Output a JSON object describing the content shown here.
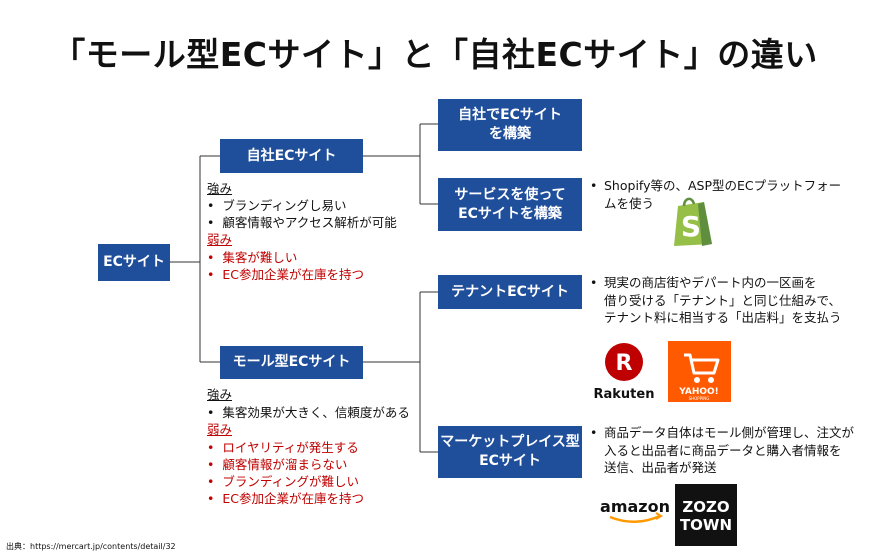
{
  "title": "「モール型ECサイト」と「自社ECサイト」の違い",
  "nodes": {
    "ec": "ECサイト",
    "own": "自社ECサイト",
    "mall": "モール型ECサイト",
    "own_build": "自社でECサイト\nを構築",
    "service_build": "サービスを使って\nECサイトを構築",
    "tenant": "テナントECサイト",
    "marketplace": "マーケットプレイス型\nECサイト"
  },
  "own_notes": {
    "strengths_heading": "強み",
    "strengths": [
      "ブランディングし易い",
      "顧客情報やアクセス解析が可能"
    ],
    "weaknesses_heading": "弱み",
    "weaknesses": [
      "集客が難しい",
      "EC参加企業が在庫を持つ"
    ]
  },
  "mall_notes": {
    "strengths_heading": "強み",
    "strengths": [
      "集客効果が大きく、信頼度がある"
    ],
    "weaknesses_heading": "弱み",
    "weaknesses": [
      "ロイヤリティが発生する",
      "顧客情報が溜まらない",
      "ブランディングが難しい",
      "EC参加企業が在庫を持つ"
    ]
  },
  "descriptions": {
    "service": [
      "Shopify等の、ASP型のECプラットフォー",
      "ムを使う"
    ],
    "tenant": [
      "現実の商店街やデパート内の一区画を",
      "借り受ける「テナント」と同じ仕組みで、",
      "テナント料に相当する「出店料」を支払う"
    ],
    "marketplace": [
      "商品データ自体はモール側が管理し、注文が",
      "入ると出品者に商品データと購入者情報を",
      "送信、出品者が発送"
    ]
  },
  "logos": {
    "shopify": "S",
    "rakuten": "Rakuten",
    "rakuten_mark": "R",
    "yahoo": "YAHOO!",
    "yahoo_sub": "SHOPPING",
    "amazon": "amazon",
    "zozo_line1": "ZOZO",
    "zozo_line2": "TOWN"
  },
  "bullet": "•",
  "footer": "出典：https://mercart.jp/contents/detail/32",
  "colors": {
    "box": "#1f4e9a",
    "weakness": "#c00000",
    "shopify": "#95bf47",
    "rakuten": "#bf0000",
    "yahoo": "#ff5a00",
    "amazon_arrow": "#ff9900"
  }
}
